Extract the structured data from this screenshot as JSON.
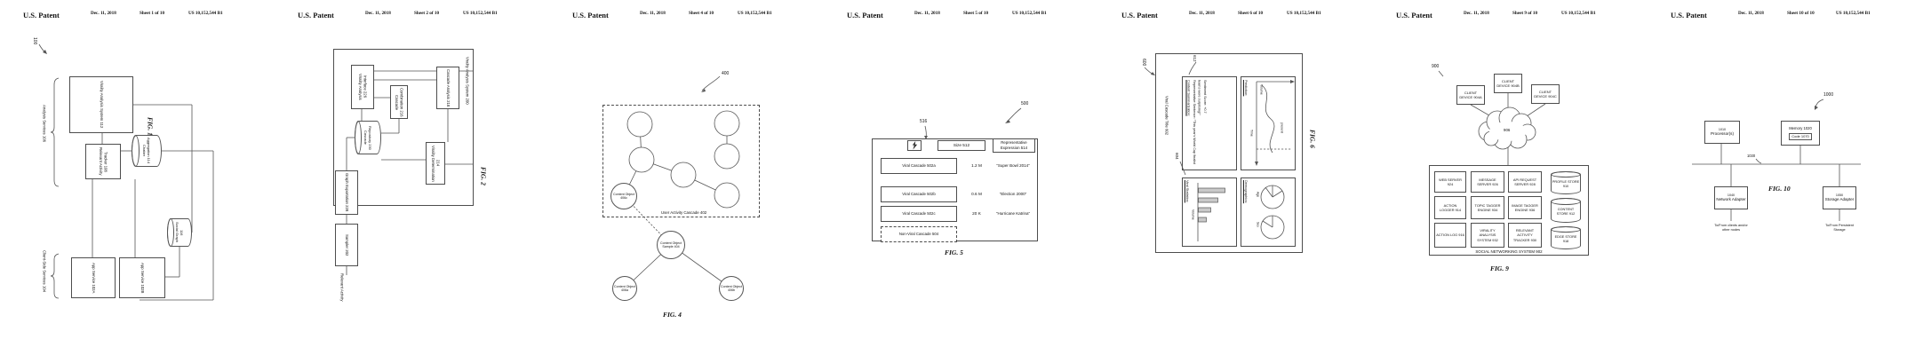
{
  "patent": {
    "title": "U.S. Patent",
    "date": "Dec. 11, 2018",
    "number": "US 10,152,544 B1"
  },
  "sheets": [
    {
      "sheet_label": "Sheet 1 of 10",
      "fig_caption": "FIG. 1",
      "ref": "100",
      "group_analysis": "Analysis Services 106",
      "group_client": "Client-Side Services 104",
      "box_vas": "Virality Analysis System 112",
      "box_rat": "Relevant Activity Tracker 108",
      "cyl_chatter": "Chatter Aggregation 114",
      "cyl_social": "Social Graph 116",
      "box_app_a": "App Service 102A",
      "box_app_b": "App Service 102B"
    },
    {
      "sheet_label": "Sheet 2 of 10",
      "fig_caption": "FIG. 2",
      "system_label": "Virality Analysis System 200",
      "box_interface": "Virality Analysis Interface 226",
      "box_combination": "Cascade Combination 216",
      "box_analysis": "Cascade Analysis 218",
      "box_determination": "Virality Determination 214",
      "cyl_repository": "Cascade Repository 230",
      "box_exportation": "Graph Exportation 228",
      "box_sampler": "Sampler 202",
      "input_label": "Relevant Activity"
    },
    {
      "sheet_label": "Sheet 4 of 10",
      "fig_caption": "FIG. 4",
      "ref": "400",
      "cascade_label": "User Activity Cascade 402",
      "node_c": "Content Object 406c",
      "node_sample": "Content Object Sample 404",
      "node_a": "Content Object 406a",
      "node_b": "Content Object 406b"
    },
    {
      "sheet_label": "Sheet 5 of 10",
      "fig_caption": "FIG. 5",
      "ref": "500",
      "icon_ref": "516",
      "icon": "lightning-icon",
      "col_size": "Size 512",
      "col_expression": "Representative Expression 514",
      "rows": [
        {
          "label": "Viral Cascade 502a",
          "size": "1.2 M",
          "expression": "“Super Bowl 2014”"
        },
        {
          "label": "Viral Cascade 502b",
          "size": "0.6 M",
          "expression": "“Election 2000”"
        },
        {
          "label": "Viral Cascade 502c",
          "size": "20 K",
          "expression": "“Hurricane Katrina”"
        }
      ],
      "nonviral": "Non-Viral Cascade 504"
    },
    {
      "sheet_label": "Sheet 6 of 10",
      "fig_caption": "FIG. 6",
      "ref": "600",
      "ref_summary": "612",
      "ref_stats": "604",
      "title_label": "Viral Cascade Title 602",
      "summary_heading": "Content Summarization:",
      "summary_sentence": "Representative Sentence: “This year's World Cup finalist teams were surprising!”",
      "summary_score": "Sentiment Score: +0.7",
      "prediction_heading": "Prediction:",
      "axis_volume": "Volume",
      "axis_time": "Time",
      "marker_present": "present",
      "stats_heading": "Viral Statistics:",
      "stats_axis": "Volume",
      "demo_heading": "Demographics:",
      "pie_age": "Age",
      "pie_sex": "Sex"
    },
    {
      "sheet_label": "Sheet 9 of 10",
      "fig_caption": "FIG. 9",
      "ref": "900",
      "cloud": "906",
      "clients": [
        "CLIENT DEVICE 904A",
        "CLIENT DEVICE 904B",
        "CLIENT DEVICE 904C"
      ],
      "system_label": "SOCIAL NETWORKING SYSTEM 902",
      "grid": [
        [
          "WEB SERVER 924",
          "MESSAGE SERVER 926",
          "API REQUEST SERVER 928",
          "PROFILE STORE 910"
        ],
        [
          "ACTION LOGGER 914",
          "TOPIC TAGGER ENGINE 934",
          "IMAGE TAGGER ENGINE 936",
          "CONTENT STORE 912"
        ],
        [
          "ACTION LOG 916",
          "VIRALITY ANALYSIS SYSTEM 932",
          "RELEVANT ACTIVITY TRACKER 930",
          "EDGE STORE 918"
        ]
      ]
    },
    {
      "sheet_label": "Sheet 10 of 10",
      "fig_caption": "FIG. 10",
      "ref": "1000",
      "bus_label": "1030",
      "processor_num": "1010",
      "processor_label": "Processor(s)",
      "memory_label": "Memory 1020",
      "code_label": "Code 1070",
      "network_num": "1040",
      "network_label": "Network Adapter",
      "storage_num": "1050",
      "storage_label": "Storage Adapter",
      "network_note": "To/From clients and/or other nodes",
      "storage_note": "To/From Persistent Storage"
    }
  ]
}
